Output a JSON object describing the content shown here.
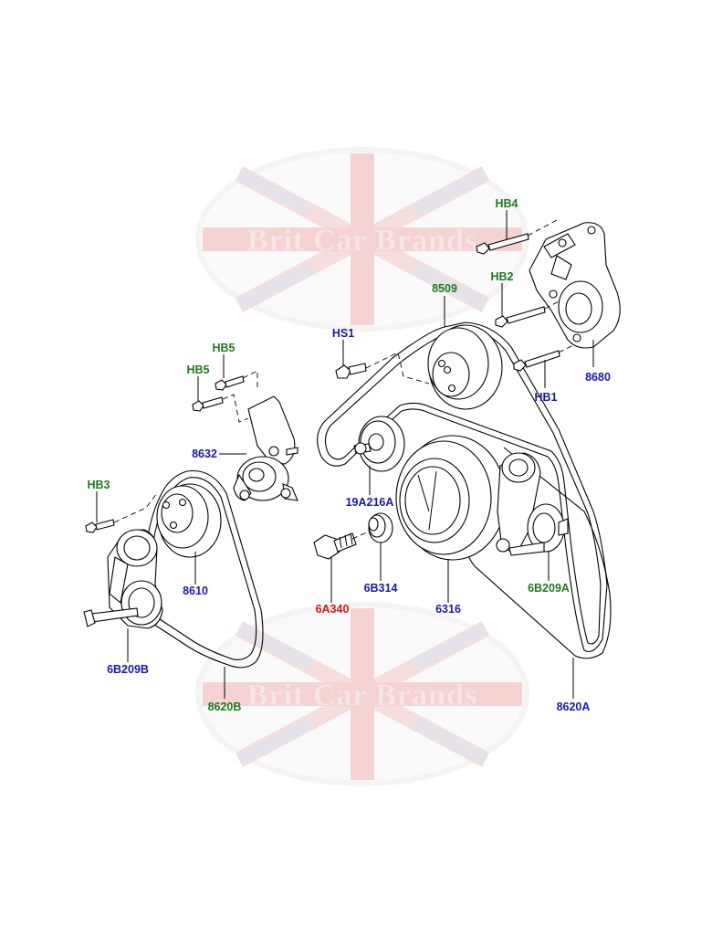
{
  "watermark": {
    "text": "Brit Car Brands",
    "colors": {
      "red": "#e8a3a3",
      "blue": "#a9b6d6",
      "white": "#f4f4f4"
    }
  },
  "label_colors": {
    "green": "#1f7a1f",
    "blue": "#1a1aa8",
    "red": "#d01818"
  },
  "labels": {
    "HB4": "HB4",
    "HB2": "HB2",
    "8509": "8509",
    "HS1": "HS1",
    "HB5_top": "HB5",
    "HB5_left": "HB5",
    "8680": "8680",
    "HB1": "HB1",
    "8632": "8632",
    "HB3": "HB3",
    "19A216A": "19A216A",
    "8610": "8610",
    "6B314": "6B314",
    "6A340": "6A340",
    "6316": "6316",
    "6B209A": "6B209A",
    "6B209B": "6B209B",
    "8620B": "8620B",
    "8620A": "8620A"
  }
}
